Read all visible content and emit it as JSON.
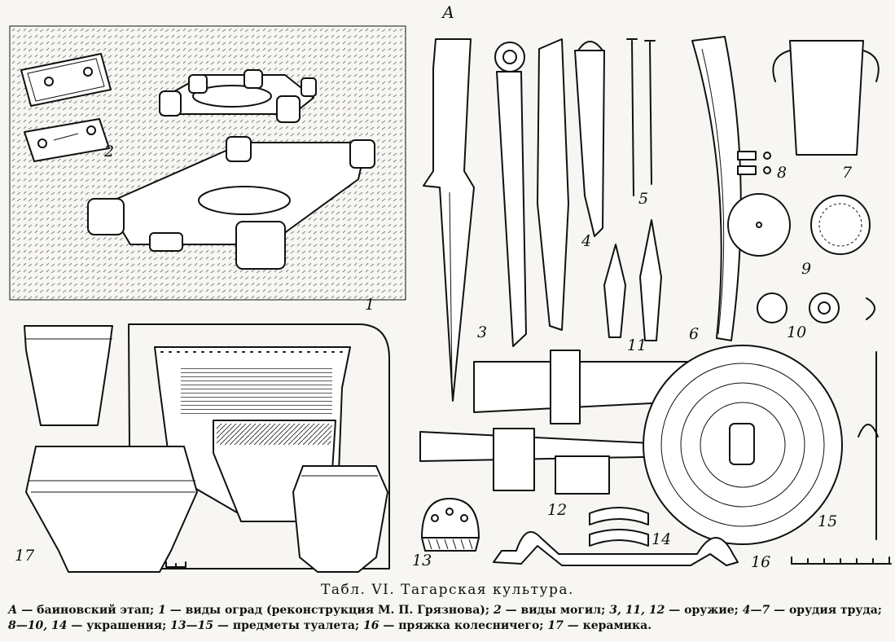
{
  "labels": {
    "section": "А",
    "n1": "1",
    "n2": "2",
    "n3": "3",
    "n4": "4",
    "n5": "5",
    "n6": "6",
    "n7": "7",
    "n8": "8",
    "n9": "9",
    "n10": "10",
    "n11": "11",
    "n12": "12",
    "n13": "13",
    "n14": "14",
    "n15": "15",
    "n16": "16",
    "n17": "17"
  },
  "caption": {
    "title": "Табл. VI. Тагарская культура.",
    "p1": "А",
    "p2": " — баиновский этап; ",
    "p3": "1",
    "p4": " — виды оград (реконструкция М. П. Грязнова); ",
    "p5": "2",
    "p6": " — виды могил; ",
    "p7": "3, 11, 12",
    "p8": " — оружие; ",
    "p9": "4—7",
    "p10": " — орудия труда;",
    "p11": "8—10, 14",
    "p12": " — украшения; ",
    "p13": "13—15",
    "p14": " — предметы туалета; ",
    "p15": "16",
    "p16": " — пряжка колесничего; ",
    "p17": "17",
    "p18": " — керамика."
  }
}
